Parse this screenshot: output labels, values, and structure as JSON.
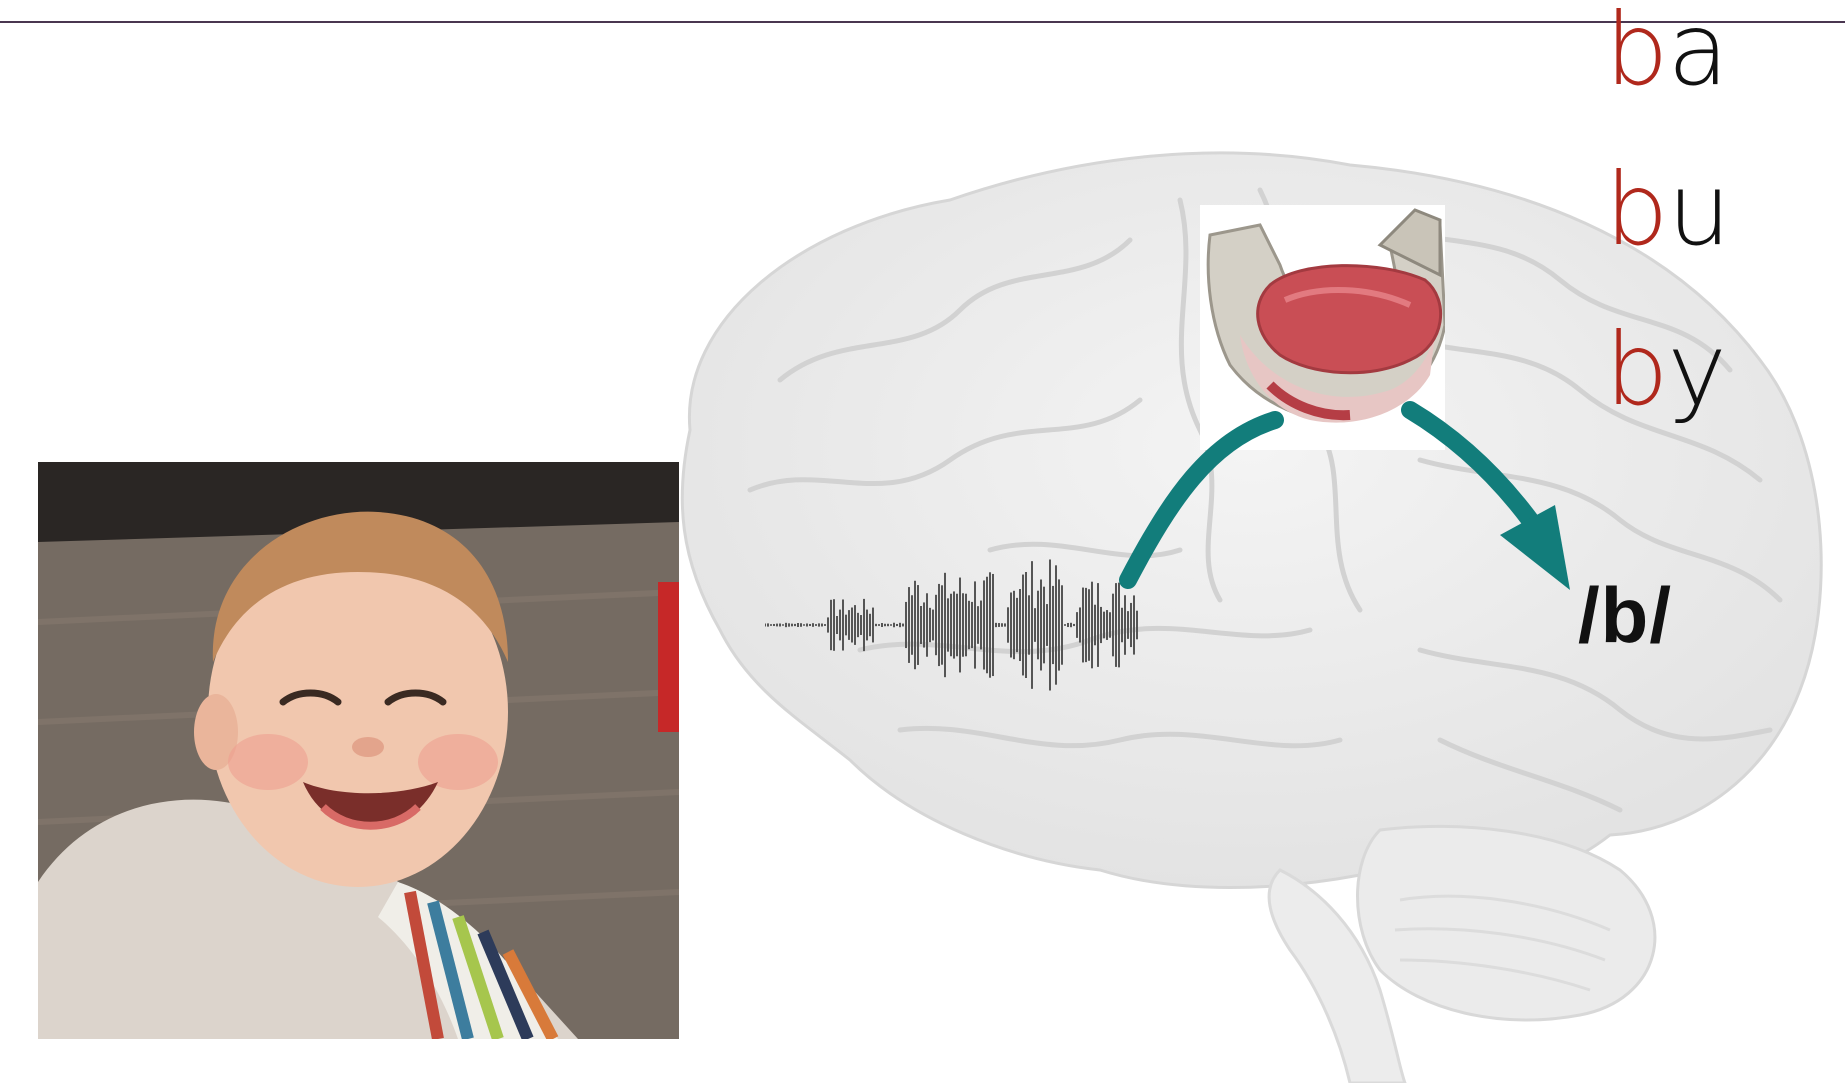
{
  "syllables": [
    {
      "onset": "b",
      "rest": "a"
    },
    {
      "onset": "b",
      "rest": "u"
    },
    {
      "onset": "b",
      "rest": "y"
    }
  ],
  "phoneme": "/b/",
  "colors": {
    "highlight": "#b0281c",
    "arrow": "#127d7b",
    "rule": "#4a3650"
  },
  "images": {
    "photo": "smiling-baby-photo",
    "brain": "brain-side-view",
    "articulator": "jaw-tongue-3d-model",
    "audio": "speech-waveform"
  }
}
